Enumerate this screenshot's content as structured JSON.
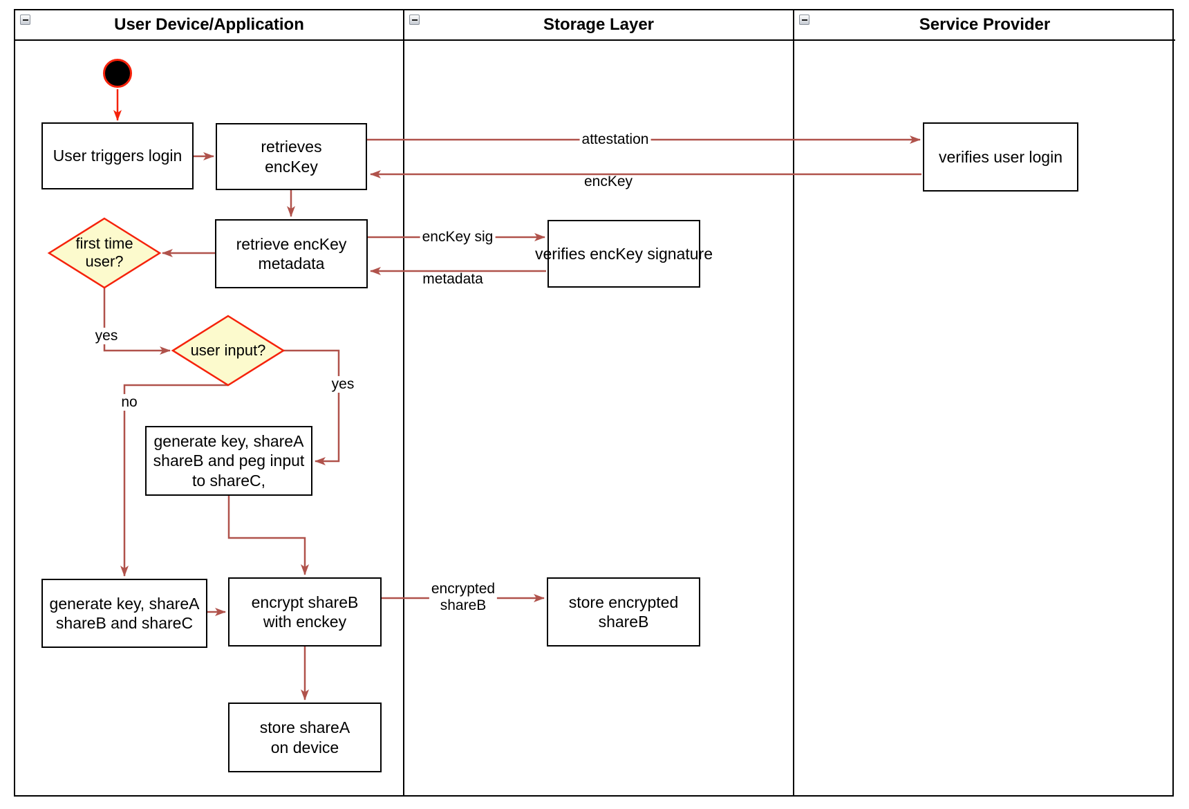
{
  "lanes": [
    {
      "title": "User Device/Application"
    },
    {
      "title": "Storage Layer"
    },
    {
      "title": "Service Provider"
    }
  ],
  "nodes": {
    "user_triggers_login": [
      "User triggers login"
    ],
    "retrieves_enckey": [
      "retrieves",
      "encKey"
    ],
    "verifies_user_login": [
      "verifies user login"
    ],
    "retrieve_enckey_metadata": [
      "retrieve encKey",
      "metadata"
    ],
    "verifies_enckey_signature": [
      "verifies encKey signature"
    ],
    "first_time_user": [
      "first time",
      "user?"
    ],
    "user_input": [
      "user input?"
    ],
    "generate_key_peg_input": [
      "generate key, shareA",
      "shareB and peg input",
      "to shareC,"
    ],
    "generate_key_sharec": [
      "generate key, shareA",
      "shareB and shareC"
    ],
    "encrypt_shareb": [
      "encrypt shareB",
      "with enckey"
    ],
    "store_encrypted_shareb": [
      "store encrypted",
      "shareB"
    ],
    "store_sharea": [
      "store shareA",
      "on device"
    ]
  },
  "edge_labels": {
    "attestation": "attestation",
    "enckey": "encKey",
    "enckey_sig": "encKey sig",
    "metadata": "metadata",
    "first_time_yes": "yes",
    "user_input_yes": "yes",
    "user_input_no": "no",
    "encrypted_shareb": [
      "encrypted",
      "shareB"
    ]
  },
  "colors": {
    "edge": "#b0524b",
    "bright": "#f5220b",
    "diamond_fill": "#fcfacd",
    "node_border": "#000000"
  }
}
